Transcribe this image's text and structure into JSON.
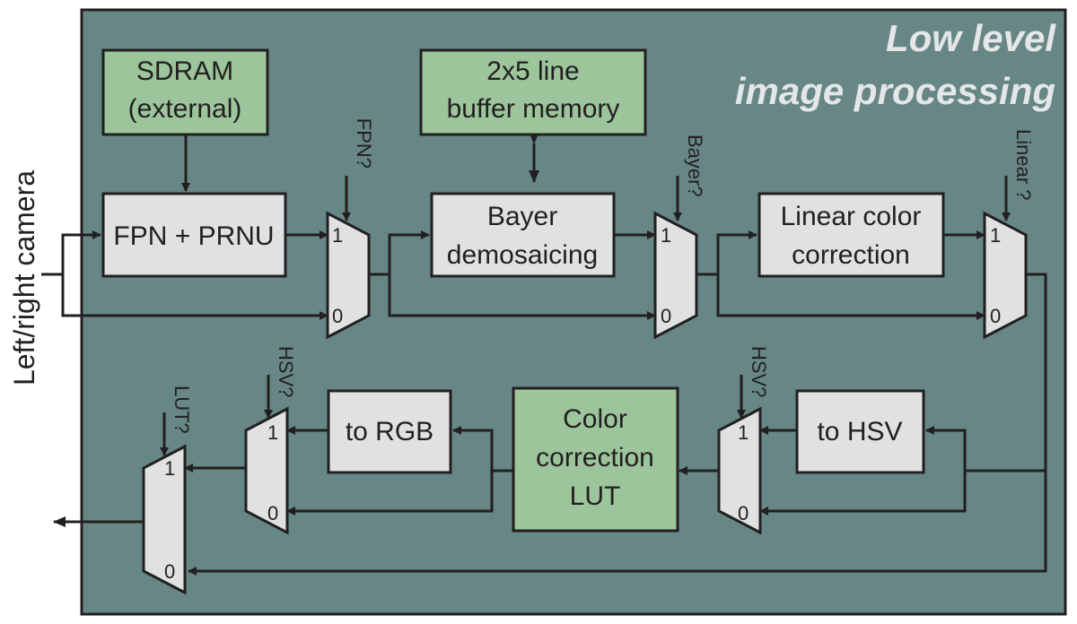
{
  "title": {
    "line1": "Low level",
    "line2": "image processing"
  },
  "input_label": "Left/right camera",
  "blocks": {
    "sdram": {
      "line1": "SDRAM",
      "line2": "(external)"
    },
    "line_buffer": {
      "line1": "2x5 line",
      "line2": "buffer memory"
    },
    "fpn": {
      "line1": "FPN + PRNU"
    },
    "bayer": {
      "line1": "Bayer",
      "line2": "demosaicing"
    },
    "linear": {
      "line1": "Linear color",
      "line2": "correction"
    },
    "to_rgb": {
      "line1": "to RGB"
    },
    "color_lut": {
      "line1": "Color",
      "line2": "correction",
      "line3": "LUT"
    },
    "to_hsv": {
      "line1": "to HSV"
    }
  },
  "muxes": {
    "fpn": {
      "select": "FPN?",
      "in1": "1",
      "in0": "0"
    },
    "bayer": {
      "select": "Bayer?",
      "in1": "1",
      "in0": "0"
    },
    "linear": {
      "select": "Linear ?",
      "in1": "1",
      "in0": "0"
    },
    "hsv_right": {
      "select": "HSV?",
      "in1": "1",
      "in0": "0"
    },
    "hsv_left": {
      "select": "HSV?",
      "in1": "1",
      "in0": "0"
    },
    "lut": {
      "select": "LUT?",
      "in1": "1",
      "in0": "0"
    }
  },
  "colors": {
    "panel": "#668785",
    "block": "#dfe1e2",
    "memory_block": "#9cc59c",
    "line": "#231f20",
    "title": "#e4e6e7"
  }
}
